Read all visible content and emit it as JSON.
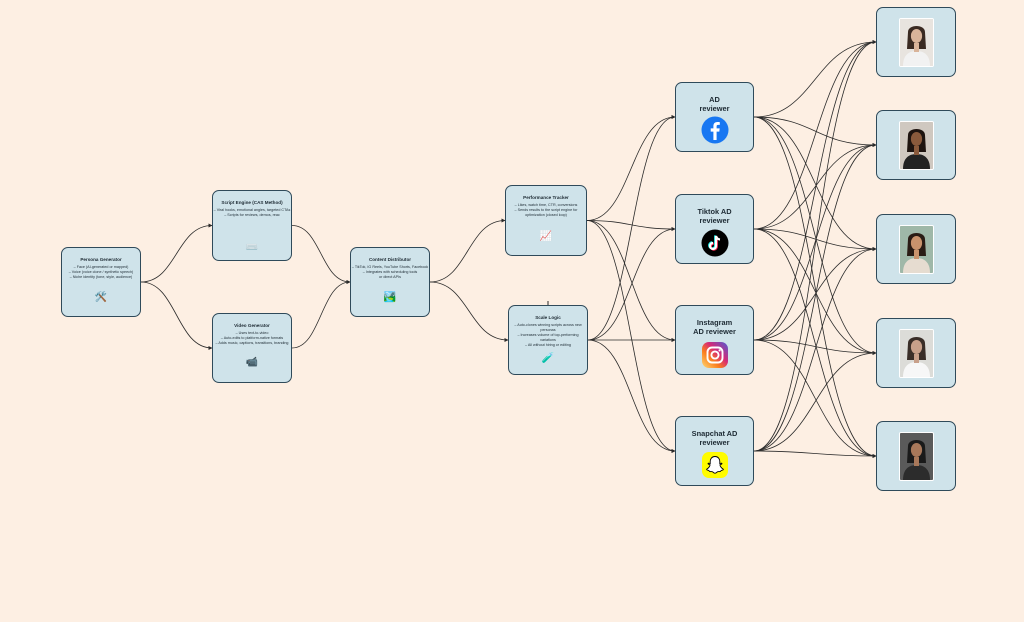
{
  "nodes": {
    "persona": {
      "title": "Persona Generator",
      "body": "– Face (AI-generated or mapped)\n– Voice (voice clone / synthetic speech)\n– Niche identity (tone, style, audience)",
      "emoji": "🛠️"
    },
    "script": {
      "title": "Script Engine (CAS Method)",
      "body": "– Viral hooks, emotional angles, targeted CTAs\n– Scripts for reviews, demos, reac",
      "emoji": "⌨️"
    },
    "video": {
      "title": "Video Generator",
      "body": "– Uses text-to-video\n– Auto-edits to platform-native formats\n– Adds music, captions, transitions, branding",
      "emoji": "📹"
    },
    "distributor": {
      "title": "Content Distributor",
      "body": "– TikTok, IG Reels, YouTube Shorts, Facebook\n– Integrates with scheduling tools\nor direct APIs",
      "emoji": "🏞️"
    },
    "tracker": {
      "title": "Performance Tracker",
      "body": "– Likes, watch time, CTR, conversions\n– Sends results to the script engine for\noptimization (closed loop)",
      "emoji": "📈"
    },
    "scale": {
      "title": "Scale Logic",
      "body": "– Auto-clones winning scripts across new\npersonas\n– Increases volume of top-performing\nvariations\n– All without hiring or editing",
      "emoji": "🧪"
    }
  },
  "platforms": [
    {
      "label": "AD\nreviewer",
      "icon": "facebook-icon",
      "glyph": "f",
      "color": "#1877f2"
    },
    {
      "label": "Tiktok AD\nreviewer",
      "icon": "tiktok-icon",
      "glyph": "♪",
      "color": "#000000"
    },
    {
      "label": "Instagram\nAD reviewer",
      "icon": "instagram-icon",
      "glyph": "",
      "color": "#e1306c"
    },
    {
      "label": "Snapchat AD\nreviewer",
      "icon": "snapchat-icon",
      "glyph": "",
      "color": "#fffc00"
    }
  ],
  "reviewers": [
    {
      "icon": "woman-portrait-icon",
      "bg": "#e8e4df",
      "skin": "#d9b49a",
      "hair": "#3a2a22",
      "shirt": "#f2f2f2"
    },
    {
      "icon": "woman-portrait-icon",
      "bg": "#cfc8c0",
      "skin": "#8a5a3c",
      "hair": "#1e1410",
      "shirt": "#222222"
    },
    {
      "icon": "woman-portrait-icon",
      "bg": "#9fb8a8",
      "skin": "#c9936c",
      "hair": "#2a1c14",
      "shirt": "#e6dcd0"
    },
    {
      "icon": "doctor-portrait-icon",
      "bg": "#dcdcd8",
      "skin": "#c8a08a",
      "hair": "#3a2e28",
      "shirt": "#f7f7f7"
    },
    {
      "icon": "man-portrait-icon",
      "bg": "#5a5a5a",
      "skin": "#a8785a",
      "hair": "#1a1a1a",
      "shirt": "#2c2c2c"
    }
  ]
}
